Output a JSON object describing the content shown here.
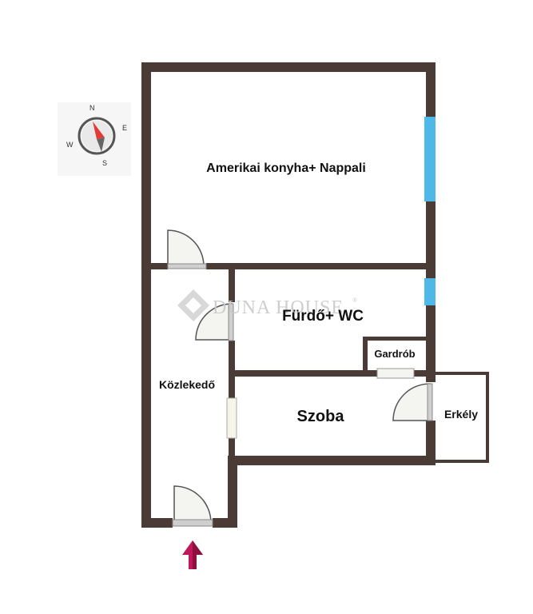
{
  "compass": {
    "n": "N",
    "e": "E",
    "s": "S",
    "w": "W"
  },
  "watermark": {
    "text": "DUNA HOUSE",
    "reg": "®"
  },
  "rooms": {
    "living": "Amerikai konyha+ Nappali",
    "bath": "Fürdő+ WC",
    "wardrobe": "Gardrób",
    "hall": "Közlekedő",
    "bedroom": "Szoba",
    "balcony": "Erkély"
  },
  "colors": {
    "wall": "#4a3b36",
    "window": "#4fb8e8",
    "entrance_arrow": "#c2185b",
    "door_fill": "#f4f4f0"
  }
}
